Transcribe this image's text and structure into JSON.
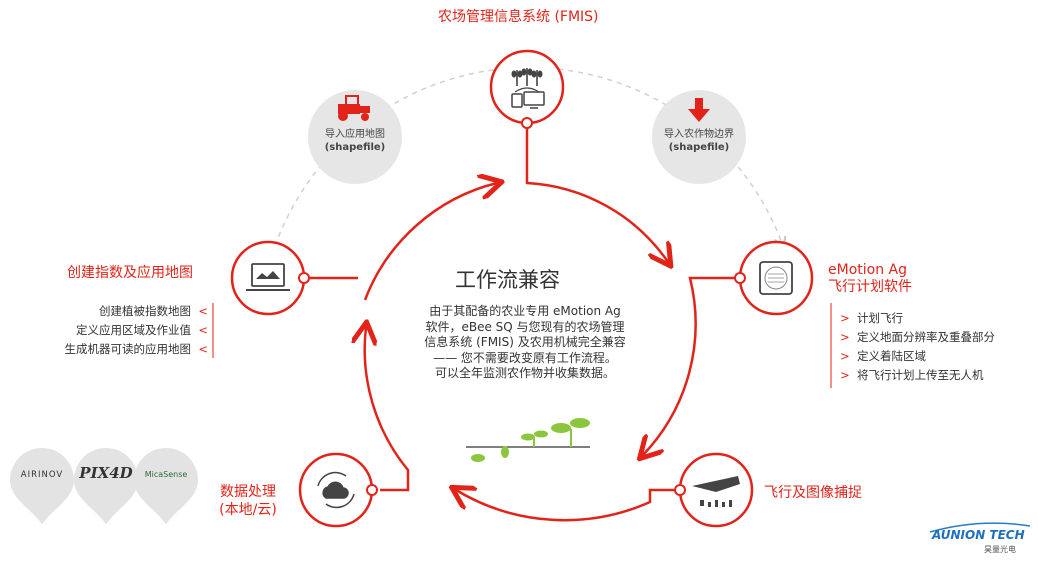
{
  "fmis": {
    "title": "农场管理信息系统 (FMIS)"
  },
  "import_map": {
    "line1": "导入应用地图",
    "line2": "(shapefile)"
  },
  "import_boundary": {
    "line1": "导入农作物边界",
    "line2": "(shapefile)"
  },
  "emotion": {
    "line1": "eMotion Ag",
    "line2": "飞行计划软件",
    "items": [
      "计划飞行",
      "定义地面分辨率及重叠部分",
      "定义着陆区域",
      "将飞行计划上传至无人机"
    ]
  },
  "create_map": {
    "title": "创建指数及应用地图",
    "items": [
      "创建植被指数地图",
      "定义应用区域及作业值",
      "生成机器可读的应用地图"
    ]
  },
  "flight": {
    "title": "飞行及图像捕捉"
  },
  "processing": {
    "line1": "数据处理",
    "line2": "(本地/云)"
  },
  "center": {
    "title": "工作流兼容",
    "body": [
      "由于其配备的农业专用 eMotion Ag",
      "软件，eBee SQ 与您现有的农场管理",
      "信息系统 (FMIS) 及农用机械完全兼容",
      "—— 您不需要改变原有工作流程。",
      "可以全年监测农作物并收集数据。"
    ]
  },
  "partners": [
    "AIRINOV",
    "PIX4D",
    "MicaSense"
  ],
  "brand": {
    "name": "AUNION TECH",
    "sub": "昊量光电"
  },
  "colors": {
    "accent": "#e2231a",
    "gray": "#e6e6e6",
    "green": "#8cc63f"
  }
}
